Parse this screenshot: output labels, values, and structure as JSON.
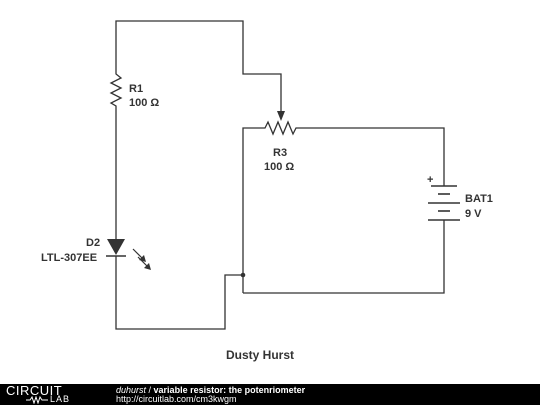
{
  "components": {
    "r1": {
      "designator": "R1",
      "value": "100 Ω"
    },
    "r3": {
      "designator": "R3",
      "value": "100 Ω"
    },
    "d2": {
      "designator": "D2",
      "value": "LTL-307EE"
    },
    "bat1": {
      "designator": "BAT1",
      "value": "9 V",
      "polarity": "+"
    }
  },
  "author": "Dusty Hurst",
  "footer": {
    "logo_top": "CIRCUIT",
    "logo_bottom": "LAB",
    "user": "duhurst",
    "separator": " / ",
    "title": "variable resistor: the potenriometer",
    "url": "http://circuitlab.com/cm3kwgm"
  },
  "colors": {
    "wire": "#333333",
    "footer_bg": "#000000",
    "footer_text": "#ffffff"
  }
}
